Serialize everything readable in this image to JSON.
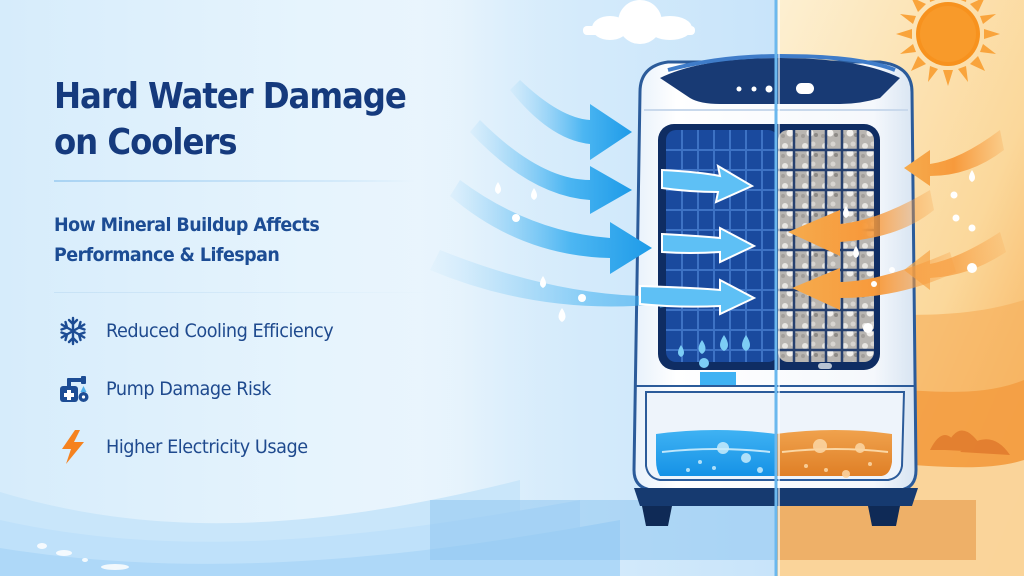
{
  "infographic": {
    "title_line1": "Hard Water Damage",
    "title_line2": "on Coolers",
    "subtitle_line1": "How Mineral Buildup Affects",
    "subtitle_line2": "Performance & Lifespan",
    "features": [
      {
        "icon": "snowflake-icon",
        "label": "Reduced Cooling Efficiency",
        "icon_color": "#1c4c94"
      },
      {
        "icon": "pump-icon",
        "label": "Pump Damage Risk",
        "icon_color": "#1c4c94"
      },
      {
        "icon": "lightning-bolt-icon",
        "label": "Higher Electricity Usage",
        "icon_color": "#f5821f"
      }
    ]
  },
  "illustration": {
    "subject": "evaporative air cooler split comparison",
    "left_side": {
      "theme": "clean / soft water",
      "color": "#1e9be8",
      "pad": "clean blue cooling pad",
      "tank_water": "clear blue"
    },
    "right_side": {
      "theme": "hard water / mineral scale",
      "color": "#f5821f",
      "pad": "scaled grey cooling pad",
      "tank_water": "murky orange"
    }
  },
  "colors": {
    "title": "#153a7d",
    "subtitle": "#1c4c94",
    "cool_blue": "#1e9be8",
    "cooler_navy": "#183a74",
    "hot_orange": "#f5821f",
    "sun": "#f7931e"
  }
}
